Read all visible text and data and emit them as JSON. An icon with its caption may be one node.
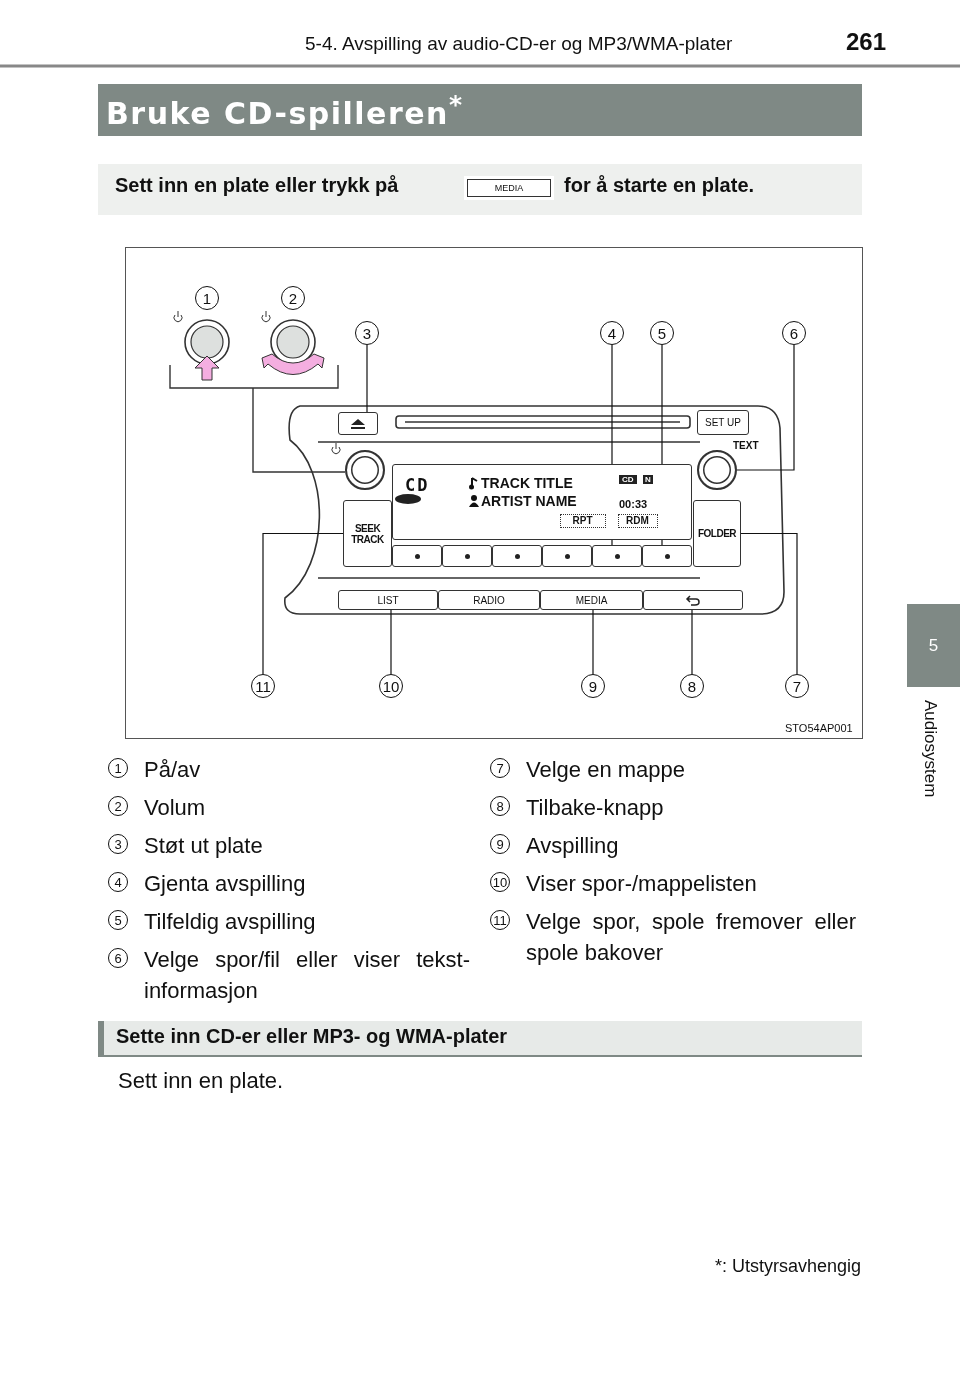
{
  "diagram": {
    "title": "Bruke CD-spilleren$^{*}$",
    "nodes": [
      {
        "text": [
          "3"
        ]
      },
      {
        "text": [
          "4"
        ]
      },
      {
        "text": [
          "5"
        ]
      },
      {
        "text": [
          "6"
        ]
      },
      {
        "text": [],
        "shape": "box"
      },
      {
        "text": [
          "SET UP"
        ]
      },
      {
        "text": [],
        "shape": "circle"
      },
      {
        "text": [
          "CD",
          "TRACK TITLE",
          "ARTIST NAME",
          "CD",
          "N",
          "00:33"
        ]
      },
      {
        "text": [
          "RPT"
        ],
        "in": 7
      },
      {
        "text": [
          "RDM"
        ],
        "in": 7
      },
      {
        "text": [],
        "shape": "circle",
        "beside": [
          "TEXT"
        ]
      },
      {
        "text": [
          "SEEK TRACK"
        ]
      },
      {
        "text": [
          "FOLDER"
        ]
      },
      {
        "text": [],
        "shape": "box"
      },
      {
        "text": [],
        "shape": "box"
      },
      {
        "text": [],
        "shape": "box"
      },
      {
        "text": [],
        "shape": "box"
      },
      {
        "text": [],
        "shape": "box"
      },
      {
        "text": [],
        "shape": "box"
      },
      {
        "text": [
          "LIST"
        ]
      },
      {
        "text": [
          "RADIO"
        ]
      },
      {
        "text": [
          "MEDIA"
        ]
      },
      {
        "text": [],
        "shape": "box"
      },
      {
        "text": [
          "11"
        ]
      },
      {
        "text": [
          "10"
        ]
      },
      {
        "text": [
          "9"
        ]
      },
      {
        "text": [
          "8"
        ]
      },
      {
        "text": [
          "7"
        ]
      }
    ],
    "edges": [
      {
        "from": 0,
        "to": 4,
        "arrow": "none"
      },
      {
        "from": 1,
        "to": 17,
        "arrow": "none"
      },
      {
        "from": 2,
        "to": 18,
        "arrow": "none"
      },
      {
        "from": 3,
        "to": 10,
        "arrow": "none"
      },
      {
        "from": 27,
        "to": 12,
        "arrow": "none"
      },
      {
        "from": 26,
        "to": 22,
        "arrow": "none"
      },
      {
        "from": 25,
        "to": 21,
        "arrow": "none"
      },
      {
        "from": 24,
        "to": 19,
        "arrow": "none"
      },
      {
        "from": 23,
        "to": 11,
        "arrow": "none"
      }
    ],
    "labels": [
      "261",
      "5-4. Avspilling av audio-CD-er og MP3/WMA-plater",
      "5",
      "Audiosystem",
      "Sett inn en plate eller trykk på",
      "MEDIA",
      "for å starte en plate.",
      "1",
      "2",
      "STO54AP001",
      "1",
      "På/av",
      "7",
      "Velge en mappe",
      "2",
      "Volum",
      "8",
      "Tilbake-knapp",
      "3",
      "Støt ut plate",
      "9",
      "Avspilling",
      "4",
      "Gjenta avspilling",
      "10",
      "Viser spor-/mappelisten",
      "5",
      "Tilfeldig avspilling",
      "11",
      "Velge spor, spole fremover eller spole bakover",
      "6",
      "Velge spor/fil eller viser tekst-informasjon",
      "Sette inn CD-er eller MP3- og WMA-plater",
      "Sett inn en plate.",
      "*: Utstyrsavhengig"
    ]
  }
}
